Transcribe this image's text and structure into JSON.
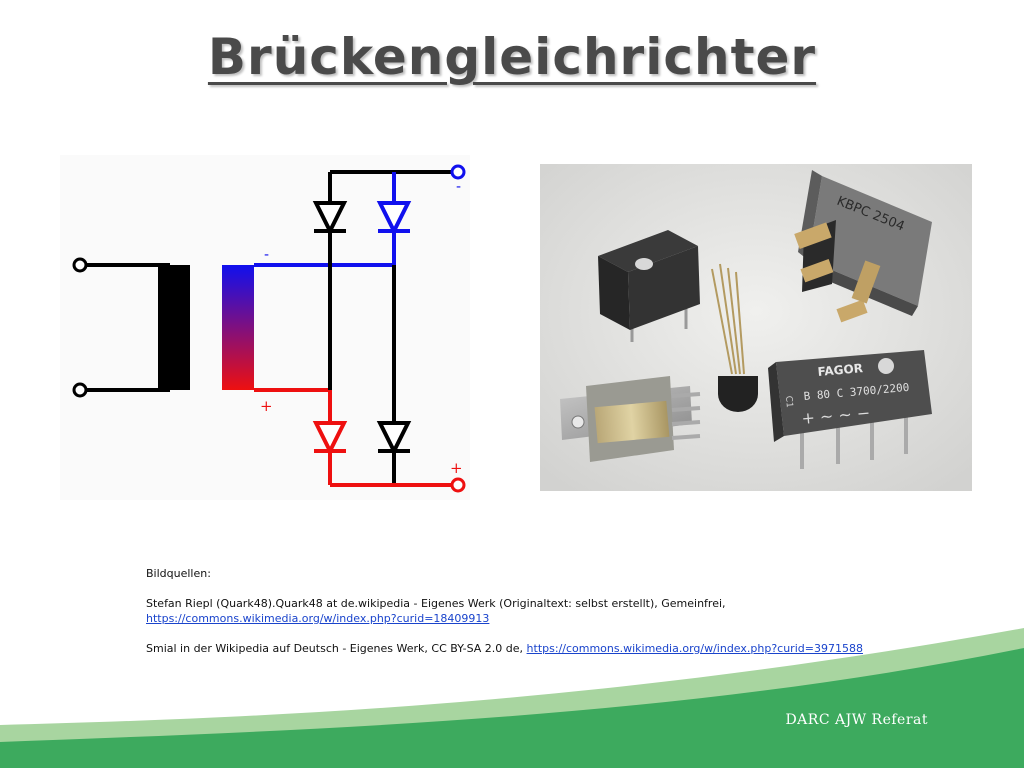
{
  "slide": {
    "title": "Brückengleichrichter",
    "footer": "DARC AJW Referat"
  },
  "schematic": {
    "minus_top": "-",
    "minus_mid": "-",
    "plus_mid": "+",
    "plus_bottom": "+"
  },
  "photo": {
    "fagor_brand": "FAGOR",
    "fagor_type": "B 80  C 3700/2200",
    "fagor_pins": "+  ~  ~  −",
    "kbpc_label": "KBPC 2504",
    "side_code": "C1"
  },
  "sources": {
    "heading": "Bildquellen:",
    "entry1_text": "Stefan Riepl (Quark48).Quark48 at de.wikipedia - Eigenes Werk (Originaltext: selbst erstellt), Gemeinfrei,",
    "entry1_link": "https://commons.wikimedia.org/w/index.php?curid=18409913",
    "entry2_text": "Smial in der Wikipedia auf Deutsch - Eigenes Werk, CC BY-SA 2.0 de, ",
    "entry2_link": "https://commons.wikimedia.org/w/index.php?curid=3971588"
  },
  "colors": {
    "title": "#4a4a4a",
    "wave_light": "#a8d5a0",
    "wave_dark": "#3daa5e",
    "wire_blue": "#1010ee",
    "wire_red": "#ee1010"
  }
}
